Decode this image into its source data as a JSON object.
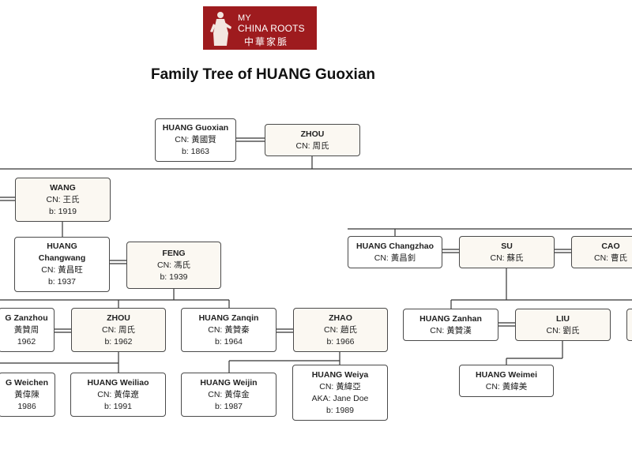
{
  "logo": {
    "line1": "MY",
    "line2": "CHINA ROOTS",
    "line3": "中華家脈",
    "color": "#9e1b1e"
  },
  "title": "Family Tree of HUANG Guoxian",
  "people": {
    "huang_guoxian": {
      "name": "HUANG Guoxian",
      "cn": "CN: 黃國賢",
      "born": "b: 1863"
    },
    "zhou_1": {
      "name": "ZHOU",
      "cn": "CN: 周氏"
    },
    "wang": {
      "name": "WANG",
      "cn": "CN: 王氏",
      "born": "b: 1919"
    },
    "huang_changwang": {
      "name1": "HUANG",
      "name2": "Changwang",
      "cn": "CN: 黃昌旺",
      "born": "b: 1937"
    },
    "feng": {
      "name": "FENG",
      "cn": "CN: 馮氏",
      "born": "b: 1939"
    },
    "huang_zanzhou": {
      "name": "G Zanzhou",
      "cn": "黃贊周",
      "born": "1962"
    },
    "zhou_2": {
      "name": "ZHOU",
      "cn": "CN: 周氏",
      "born": "b: 1962"
    },
    "huang_zanqin": {
      "name": "HUANG Zanqin",
      "cn": "CN: 黃贊秦",
      "born": "b: 1964"
    },
    "zhao": {
      "name": "ZHAO",
      "cn": "CN: 趙氏",
      "born": "b: 1966"
    },
    "huang_weichen": {
      "name": "G Weichen",
      "cn": "黃偉陳",
      "born": "1986"
    },
    "huang_weiliao": {
      "name": "HUANG Weiliao",
      "cn": "CN: 黃偉遼",
      "born": "b: 1991"
    },
    "huang_weijin": {
      "name": "HUANG Weijin",
      "cn": "CN: 黃偉金",
      "born": "b: 1987"
    },
    "huang_weiya": {
      "name": "HUANG Weiya",
      "cn": "CN: 黃緯亞",
      "aka": "AKA: Jane Doe",
      "born": "b: 1989"
    },
    "huang_changzhao": {
      "name": "HUANG Changzhao",
      "cn": "CN: 黃昌釗"
    },
    "su": {
      "name": "SU",
      "cn": "CN: 蘇氏"
    },
    "cao": {
      "name": "CAO",
      "cn": "CN: 曹氏"
    },
    "huang_zanhan": {
      "name": "HUANG Zanhan",
      "cn": "CN: 黃贊漢"
    },
    "liu": {
      "name": "LIU",
      "cn": "CN: 劉氏"
    },
    "huang_weimei": {
      "name": "HUANG Weimei",
      "cn": "CN: 黃緯美"
    }
  }
}
